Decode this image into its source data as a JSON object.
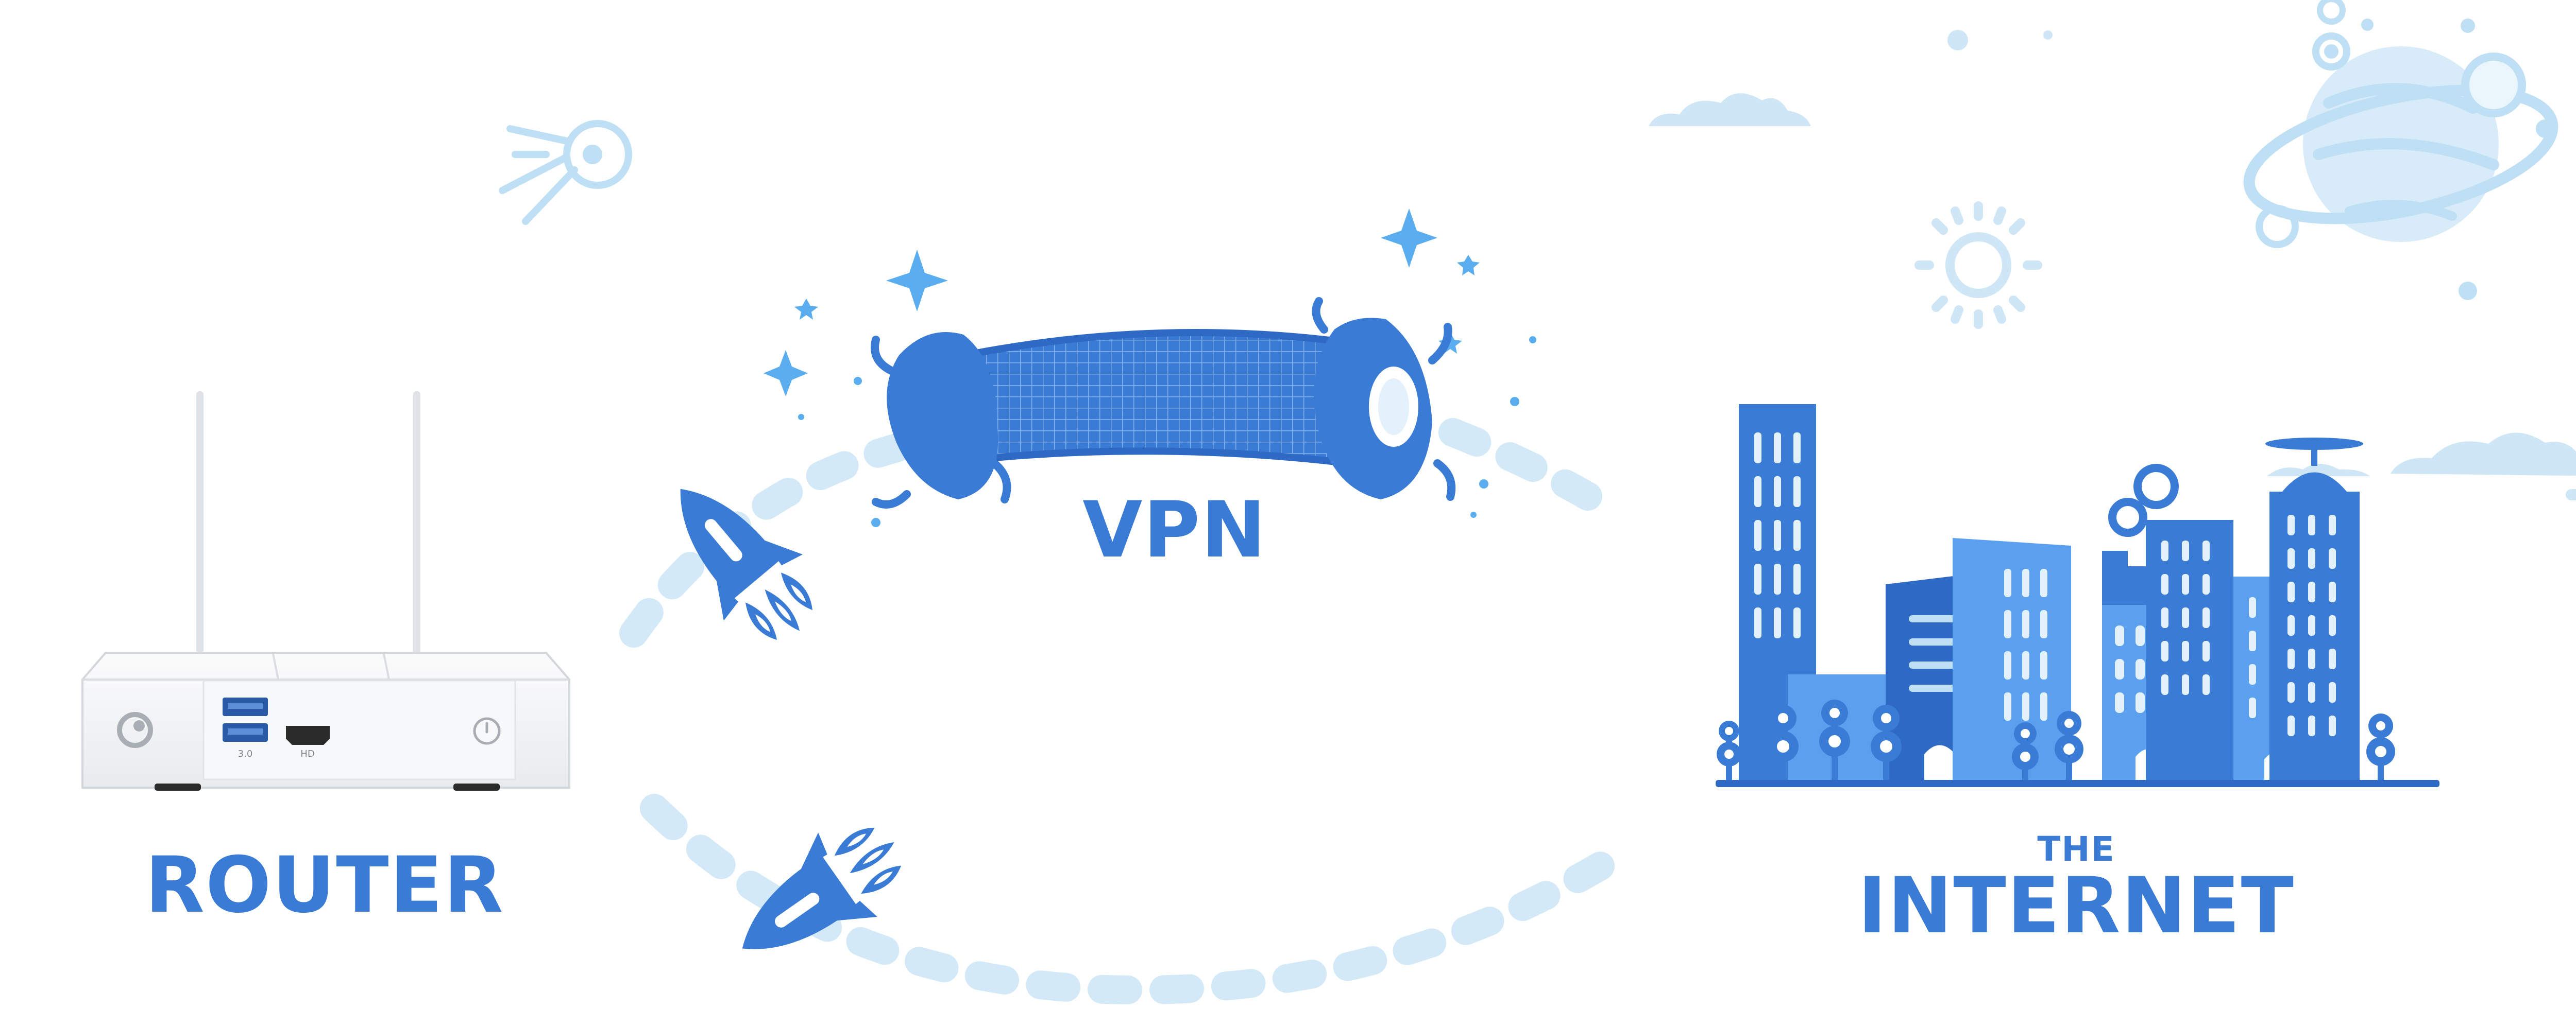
{
  "labels": {
    "vpn": "VPN",
    "router": "ROUTER",
    "the": "THE",
    "internet": "INTERNET"
  },
  "router_ports": {
    "usb": "3.0",
    "hdmi": "HD"
  },
  "colors": {
    "primary": "#3a7bd5",
    "primary_dark": "#2e6ac4",
    "light": "#bfe0f4",
    "window": "#e2f1fb",
    "router_body": "#f4f5f6",
    "router_edge": "#d3d6da"
  },
  "icons": [
    "satellite-icon",
    "rocket-icon",
    "wormhole-icon",
    "sparkle-icon",
    "cloud-icon",
    "sun-icon",
    "planet-icon",
    "router-icon",
    "city-icon"
  ]
}
